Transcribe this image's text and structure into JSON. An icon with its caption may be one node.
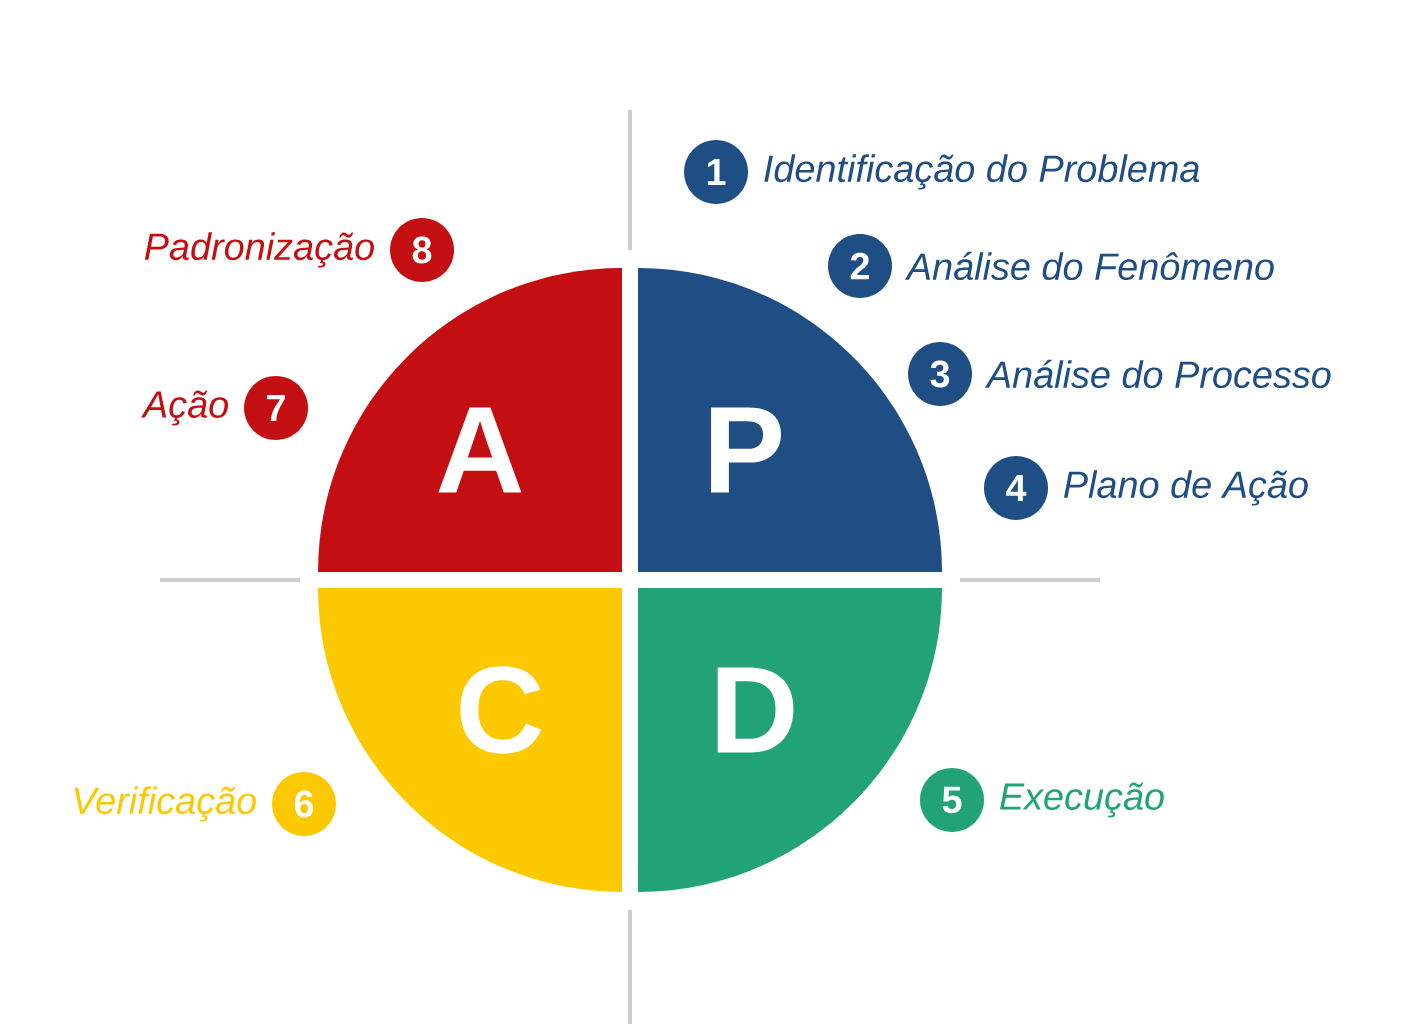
{
  "diagram": {
    "nodes": [
      {
        "text": [
          "A"
        ]
      },
      {
        "text": [
          "P"
        ]
      },
      {
        "text": [
          "C"
        ]
      },
      {
        "text": [
          "D"
        ]
      },
      {
        "text": [
          "1"
        ],
        "beside": [
          "Identificação do Problema"
        ]
      },
      {
        "text": [
          "2"
        ],
        "beside": [
          "Análise do Fenômeno"
        ]
      },
      {
        "text": [
          "3"
        ],
        "beside": [
          "Análise do Processo"
        ]
      },
      {
        "text": [
          "4"
        ],
        "beside": [
          "Plano de Ação"
        ]
      },
      {
        "text": [
          "5"
        ],
        "beside": [
          "Execução"
        ]
      },
      {
        "text": [
          "6"
        ],
        "beside": [
          "Verificação"
        ]
      },
      {
        "text": [
          "7"
        ],
        "beside": [
          "Ação"
        ]
      },
      {
        "text": [
          "8"
        ],
        "beside": [
          "Padronização"
        ]
      }
    ]
  }
}
